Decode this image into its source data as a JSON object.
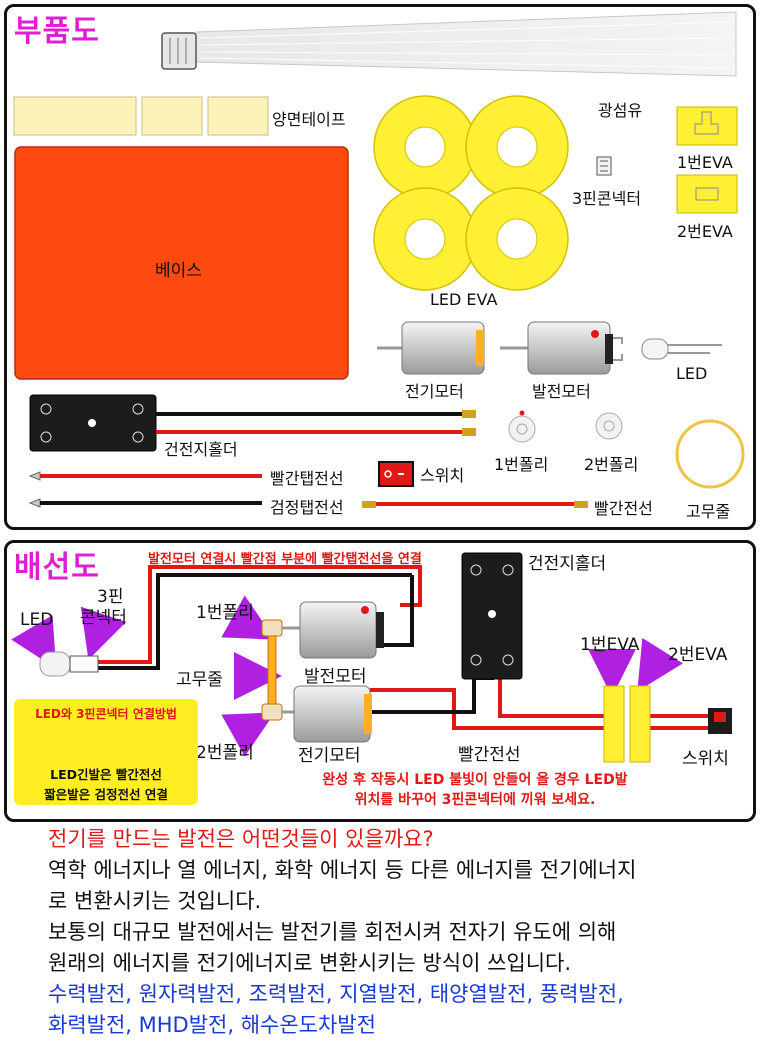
{
  "parts": {
    "title": "부품도",
    "labels": {
      "double_tape": "양면테이프",
      "optical_fiber": "광섬유",
      "base": "베이스",
      "eva1": "1번EVA",
      "connector": "3핀콘넥터",
      "eva2": "2번EVA",
      "led_eva": "LED EVA",
      "motor": "전기모터",
      "generator": "발전모터",
      "led": "LED",
      "battery_holder": "건전지홀더",
      "pulley1": "1번폴리",
      "pulley2": "2번폴리",
      "switch": "스위치",
      "red_tab_wire": "빨간탭전선",
      "black_tab_wire": "검정탭전선",
      "red_wire": "빨간전선",
      "rubber_band": "고무줄"
    }
  },
  "wiring": {
    "title": "배선도",
    "top_note": "발전모터 연결시 빨간점 부분에 빨간탭전선을 연결",
    "labels": {
      "battery_holder": "건전지홀더",
      "connector_line1": "3핀",
      "connector_line2": "콘넥터",
      "led": "LED",
      "pulley1": "1번폴리",
      "rubber_band": "고무줄",
      "generator": "발전모터",
      "pulley2": "2번폴리",
      "motor": "전기모터",
      "eva1": "1번EVA",
      "eva2": "2번EVA",
      "red_wire": "빨간전선",
      "switch": "스위치"
    },
    "method_box": {
      "title": "LED와 3핀콘넥터 연결방법",
      "line1": "LED긴발은 빨간전선",
      "line2": "짧은발은 검정전선 연결"
    },
    "bottom_note_line1": "완성 후 작동시 LED 불빛이 안들어 올 경우 LED발",
    "bottom_note_line2": "위치를 바꾸어 3핀콘넥터에 끼워 보세요."
  },
  "info": {
    "question": "전기를 만드는 발전은 어떤것들이 있을까요?",
    "line1": "역학 에너지나 열 에너지, 화학 에너지 등 다른 에너지를 전기에너지",
    "line2": "로 변환시키는 것입니다.",
    "line3": "보통의 대규모 발전에서는 발전기를 회전시켜 전자기 유도에 의해",
    "line4": "원래의 에너지를 전기에너지로 변환시키는 방식이 쓰입니다.",
    "types_line1": "수력발전, 원자력발전, 조력발전, 지열발전, 태양열발전, 풍력발전,",
    "types_line2": "화력발전, MHD발전, 해수온도차발전"
  },
  "colors": {
    "title_magenta": "#e020d0",
    "base_orange": "#ff4a12",
    "eva_yellow": "#fff035",
    "wire_red": "#e01818",
    "arrow_purple": "#b020e0",
    "blue_text": "#1a3ad8",
    "method_box_yellow": "#ffee22"
  }
}
